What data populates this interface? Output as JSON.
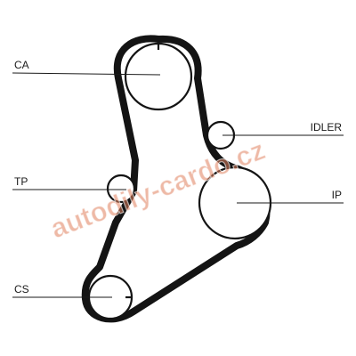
{
  "labels": {
    "ca": "CA",
    "idler": "IDLER",
    "tp": "TP",
    "ip": "IP",
    "cs": "CS"
  },
  "watermark": "autodily-cardo.cz",
  "colors": {
    "belt": "#141414",
    "line": "#1a1a1a",
    "watermark": "#e07f5c"
  }
}
